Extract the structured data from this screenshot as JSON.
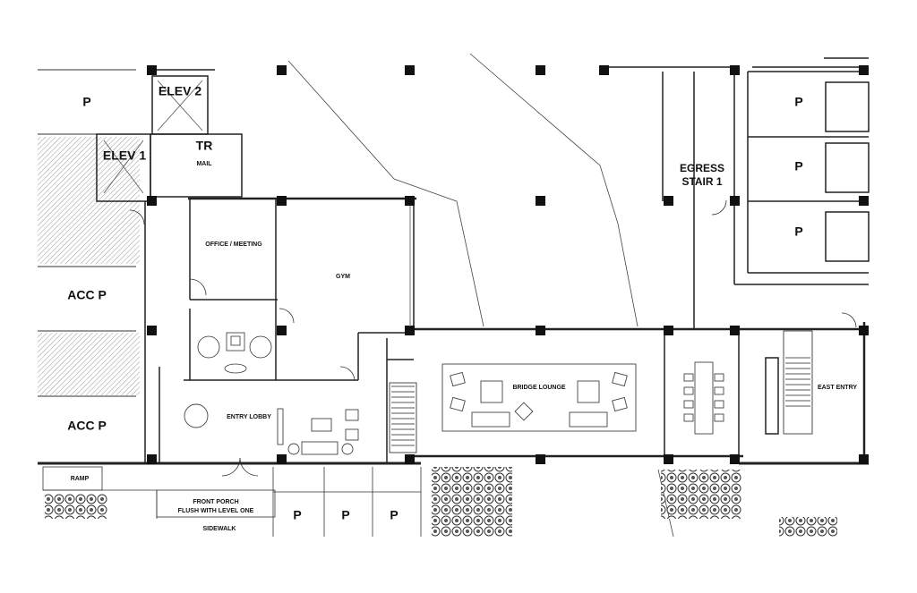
{
  "labels": {
    "p_top_left": "P",
    "elev2": "ELEV 2",
    "elev1": "ELEV 1",
    "tr": "TR",
    "mail": "MAIL",
    "office": "OFFICE / MEETING",
    "gym": "GYM",
    "acc_p_1": "ACC P",
    "acc_p_2": "ACC P",
    "entry_lobby": "ENTRY LOBBY",
    "bridge_lounge": "BRIDGE LOUNGE",
    "east_entry": "EAST ENTRY",
    "egress_line1": "EGRESS",
    "egress_line2": "STAIR 1",
    "p_right_1": "P",
    "p_right_2": "P",
    "p_right_3": "P",
    "ramp": "RAMP",
    "front_porch_line1": "FRONT PORCH",
    "front_porch_line2": "FLUSH WITH LEVEL ONE",
    "sidewalk": "SIDEWALK",
    "p_bottom_1": "P",
    "p_bottom_2": "P",
    "p_bottom_3": "P"
  }
}
